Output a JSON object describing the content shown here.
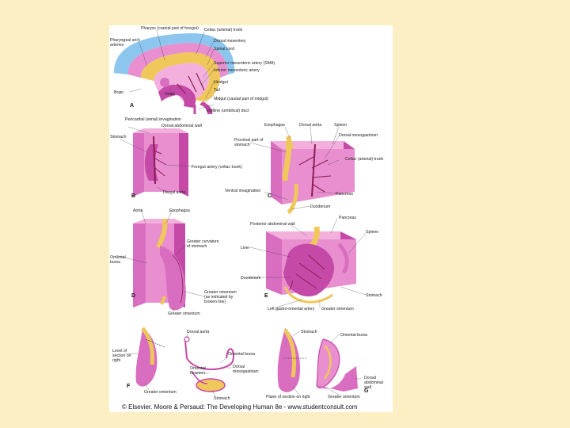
{
  "labels": {
    "a": {
      "pharynx": "Pharynx (cranial part of foregut)",
      "celiac": "Celiac (arterial) trunk",
      "pharyngeal_arch": "Pharyngeal arch arteries",
      "dorsal_mesentery": "Dorsal mesentery",
      "spinal_cord": "Spinal cord",
      "sma": "Superior mesenteric artery (SMA)",
      "ima": "Inferior mesenteric artery",
      "hindgut": "Hindgut",
      "brain": "Brain",
      "heart": "Heart",
      "tail": "Tail",
      "midgut": "Midgut (caudal part of midgut)",
      "vitelline": "Vitelline (umbilical) duct"
    },
    "b": {
      "pericardial": "Pericardial (serial) invagination",
      "dorsal_wall": "Dorsal abdominal wall",
      "stomach": "Stomach",
      "foregut_artery": "Foregut artery (celiac trunk)",
      "dorsal_aorta": "Dorsal aorta"
    },
    "c": {
      "esophagus": "Esophagus",
      "dorsal_aorta": "Dorsal aorta",
      "spleen": "Spleen",
      "prox_stomach": "Proximal part of stomach",
      "dorsal_mesogastrium": "Dorsal mesogastrium",
      "celiac_arterial_trunk": "Celiac (arterial) trunk",
      "ventral_invagination": "Ventral invagination",
      "pancreas": "Pancreas",
      "duodenum": "Duodenum"
    },
    "d": {
      "aorta": "Aorta",
      "esophagus": "Esophagus",
      "greater_curvature": "Greater curvature of stomach",
      "omental_bursa": "Omental bursa",
      "greater_omentum_desc": "Greater omentum (as indicated by broken line)",
      "greater_omentum": "Greater omentum"
    },
    "e": {
      "posterior_abd_wall": "Posterior abdominal wall",
      "pancreas": "Pancreas",
      "spleen": "Spleen",
      "liver": "Liver",
      "duodenum": "Duodenum",
      "stomach": "Stomach",
      "left_gastroomental": "Left gastro-omental artery",
      "greater_omentum": "Greater omentum"
    },
    "f": {
      "level_section": "Level of section on right",
      "greater_omentum": "Greater omentum",
      "dorsal_aorta": "Dorsal aorta",
      "omental_bursa": "Omental bursa",
      "omental_foramen": "Omental foramen",
      "dorsal_mesogastrium": "Dorsal mesogastrium",
      "stomach": "Stomach"
    },
    "g": {
      "stomach": "Stomach",
      "omental_bursa": "Omental bursa",
      "dorsal_wall": "Dorsal abdominal wall",
      "plane_section": "Plane of section on right",
      "greater_omentum": "Greater omentum"
    }
  },
  "panel_letters": {
    "a": "A",
    "b": "B",
    "c": "C",
    "d": "D",
    "e": "E",
    "f": "F",
    "g": "G"
  },
  "copyright": "© Elsevier. Moore & Persaud: The Developing Human 8e - www.studentconsult.com",
  "colors": {
    "background": "#fcefc3",
    "panel": "#ffffff",
    "tissue_pink": "#e98fcf",
    "tissue_dark": "#c54aa8",
    "stomach_pink": "#d96ec0",
    "yellow": "#efc75a",
    "blue": "#8cc6ee",
    "artery": "#8a1d55"
  }
}
